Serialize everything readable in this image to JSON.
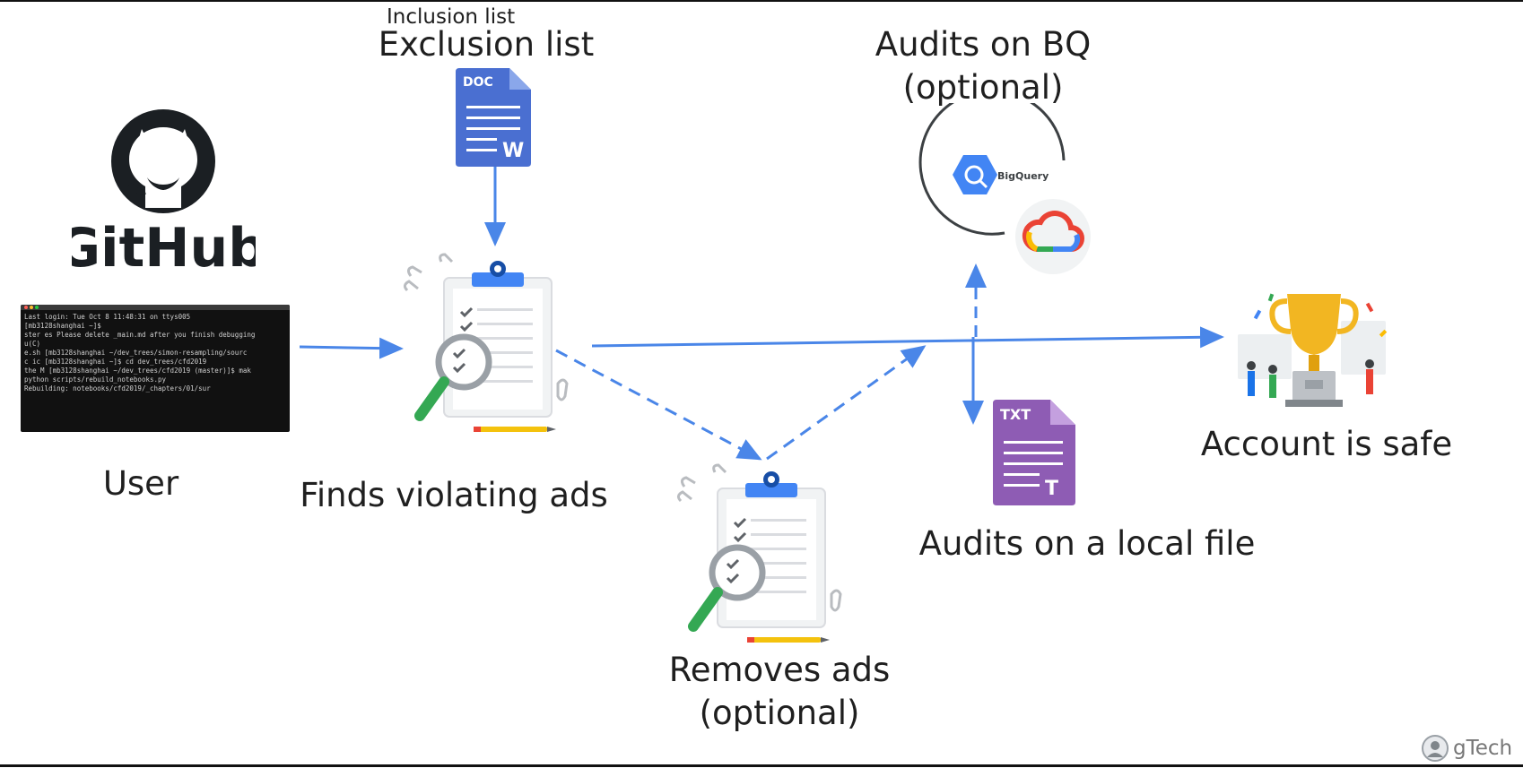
{
  "labels": {
    "inclusion_list": "Inclusion list",
    "exclusion_list": "Exclusion list",
    "audits_bq_line1": "Audits on BQ",
    "audits_bq_line2": "(optional)",
    "user": "User",
    "finds_violating_ads": "Finds violating ads",
    "removes_ads_line1": "Removes ads",
    "removes_ads_line2": "(optional)",
    "audits_local_file": "Audits on a local file",
    "account_is_safe": "Account is safe"
  },
  "logos": {
    "github": "GitHub",
    "bigquery": "BigQuery",
    "watermark": "gTech"
  },
  "doc_icon": {
    "tag": "DOC",
    "letter": "W",
    "color": "#4a6fd1"
  },
  "txt_icon": {
    "tag": "TXT",
    "letter": "T",
    "color": "#8e5cb4"
  },
  "terminal_lines": [
    "Last login: Tue Oct  8 11:48:31 on ttys005",
    "[mb3128shanghai ~]$",
    "ster es    Please delete _main.md after you finish debugging",
    "  u(C)",
    "e.sh    [mb3128shanghai ~/dev_trees/simon-resampling/sourc",
    "c  ic   [mb3128shanghai ~]$ cd dev_trees/cfd2019",
    "the M   [mb3128shanghai ~/dev_trees/cfd2019 (master)]$ mak",
    "        python scripts/rebuild_notebooks.py",
    "        Rebuilding: notebooks/cfd2019/_chapters/01/sur"
  ],
  "colors": {
    "arrow": "#4a86e8",
    "github": "#1b1f23",
    "trophy": "#f2b622",
    "pencil": "#f4c20d"
  }
}
